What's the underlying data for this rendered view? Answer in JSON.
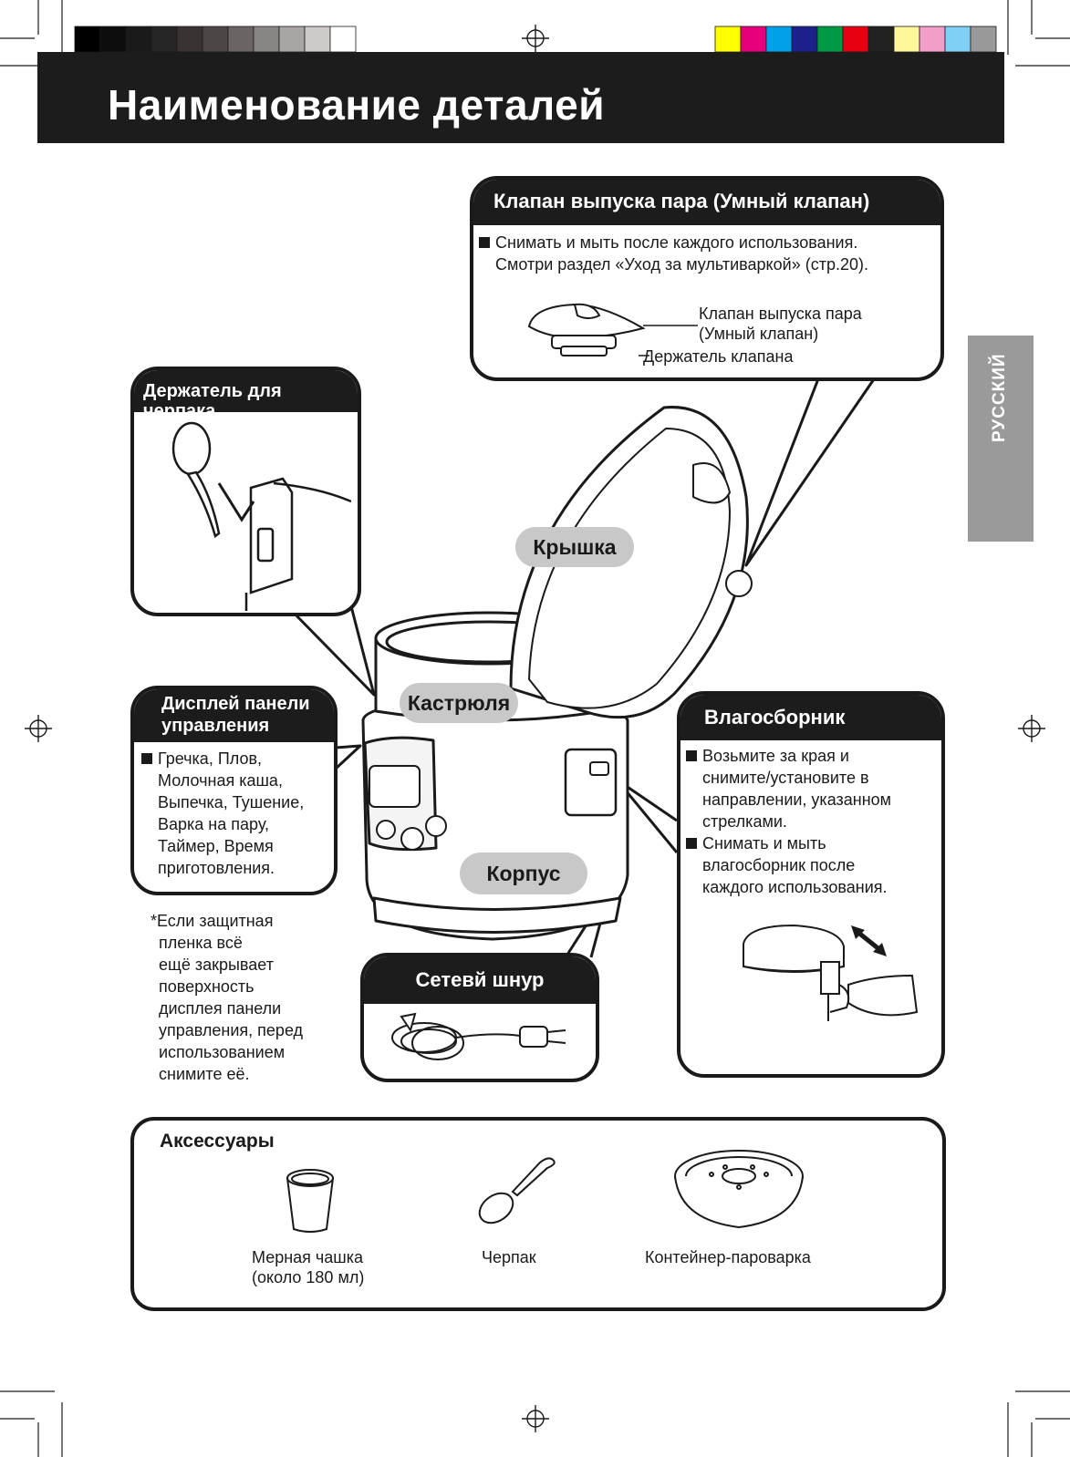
{
  "header": {
    "title": "Наименование деталей"
  },
  "side_tab": {
    "label": "РУССКИЙ"
  },
  "steam_valve": {
    "title": "Клапан выпуска пара (Умный клапан)",
    "text_line1": "Снимать и мыть после каждого использования.",
    "text_line2": "Смотри раздел «Уход за мультиваркой» (стр.20).",
    "label_valve_line1": "Клапан выпуска пара",
    "label_valve_line2": "(Умный клапан)",
    "label_holder": "Держатель клапана"
  },
  "ladle_holder": {
    "title": "Держатель для черпака"
  },
  "display_panel": {
    "title_line1": "Дисплей панели",
    "title_line2": "управления",
    "lines": [
      "Гречка, Плов,",
      "Молочная каша,",
      "Выпечка, Тушение,",
      "Варка на пару,",
      "Таймер, Время",
      "приготовления."
    ]
  },
  "condensate": {
    "title": "Влагосборник",
    "bullet1_lines": [
      "Возьмите за края и",
      "снимите/установите в",
      "направлении, указанном",
      "стрелками."
    ],
    "bullet2_lines": [
      "Снимать и мыть",
      "влагосборник после",
      "каждого использования."
    ]
  },
  "power_cord": {
    "title": "Сетевй шнур"
  },
  "parts": {
    "lid": "Крышка",
    "pot": "Кастрюля",
    "body": "Корпус"
  },
  "note": {
    "lines": [
      "*Если защитная",
      "пленка всё",
      "ещё закрывает",
      "поверхность",
      "дисплея панели",
      "управления, перед",
      "использованием",
      "снимите её."
    ]
  },
  "accessories": {
    "title": "Аксессуары",
    "items": [
      {
        "line1": "Мерная чашка",
        "line2": "(около 180 мл)"
      },
      {
        "line1": "Черпак",
        "line2": ""
      },
      {
        "line1": "Контейнер-пароварка",
        "line2": ""
      }
    ]
  },
  "colors": {
    "header_bg": "#1c1c1c",
    "tab_bg": "#9a9a9a",
    "pill_bg": "#c8c8c8",
    "color_bar": [
      "#ffff00",
      "#e6007e",
      "#00a0e9",
      "#1d2088",
      "#009944",
      "#e60012",
      "#222222",
      "#fff799",
      "#f29ec8",
      "#7fd0f4",
      "#999999"
    ],
    "gray_bar": [
      "#000000",
      "#0d0d0d",
      "#1a1a1a",
      "#262626",
      "#3a3333",
      "#4d4646",
      "#6b6464",
      "#8a8585",
      "#aaa5a5",
      "#cfcaca",
      "#ffffff"
    ]
  }
}
